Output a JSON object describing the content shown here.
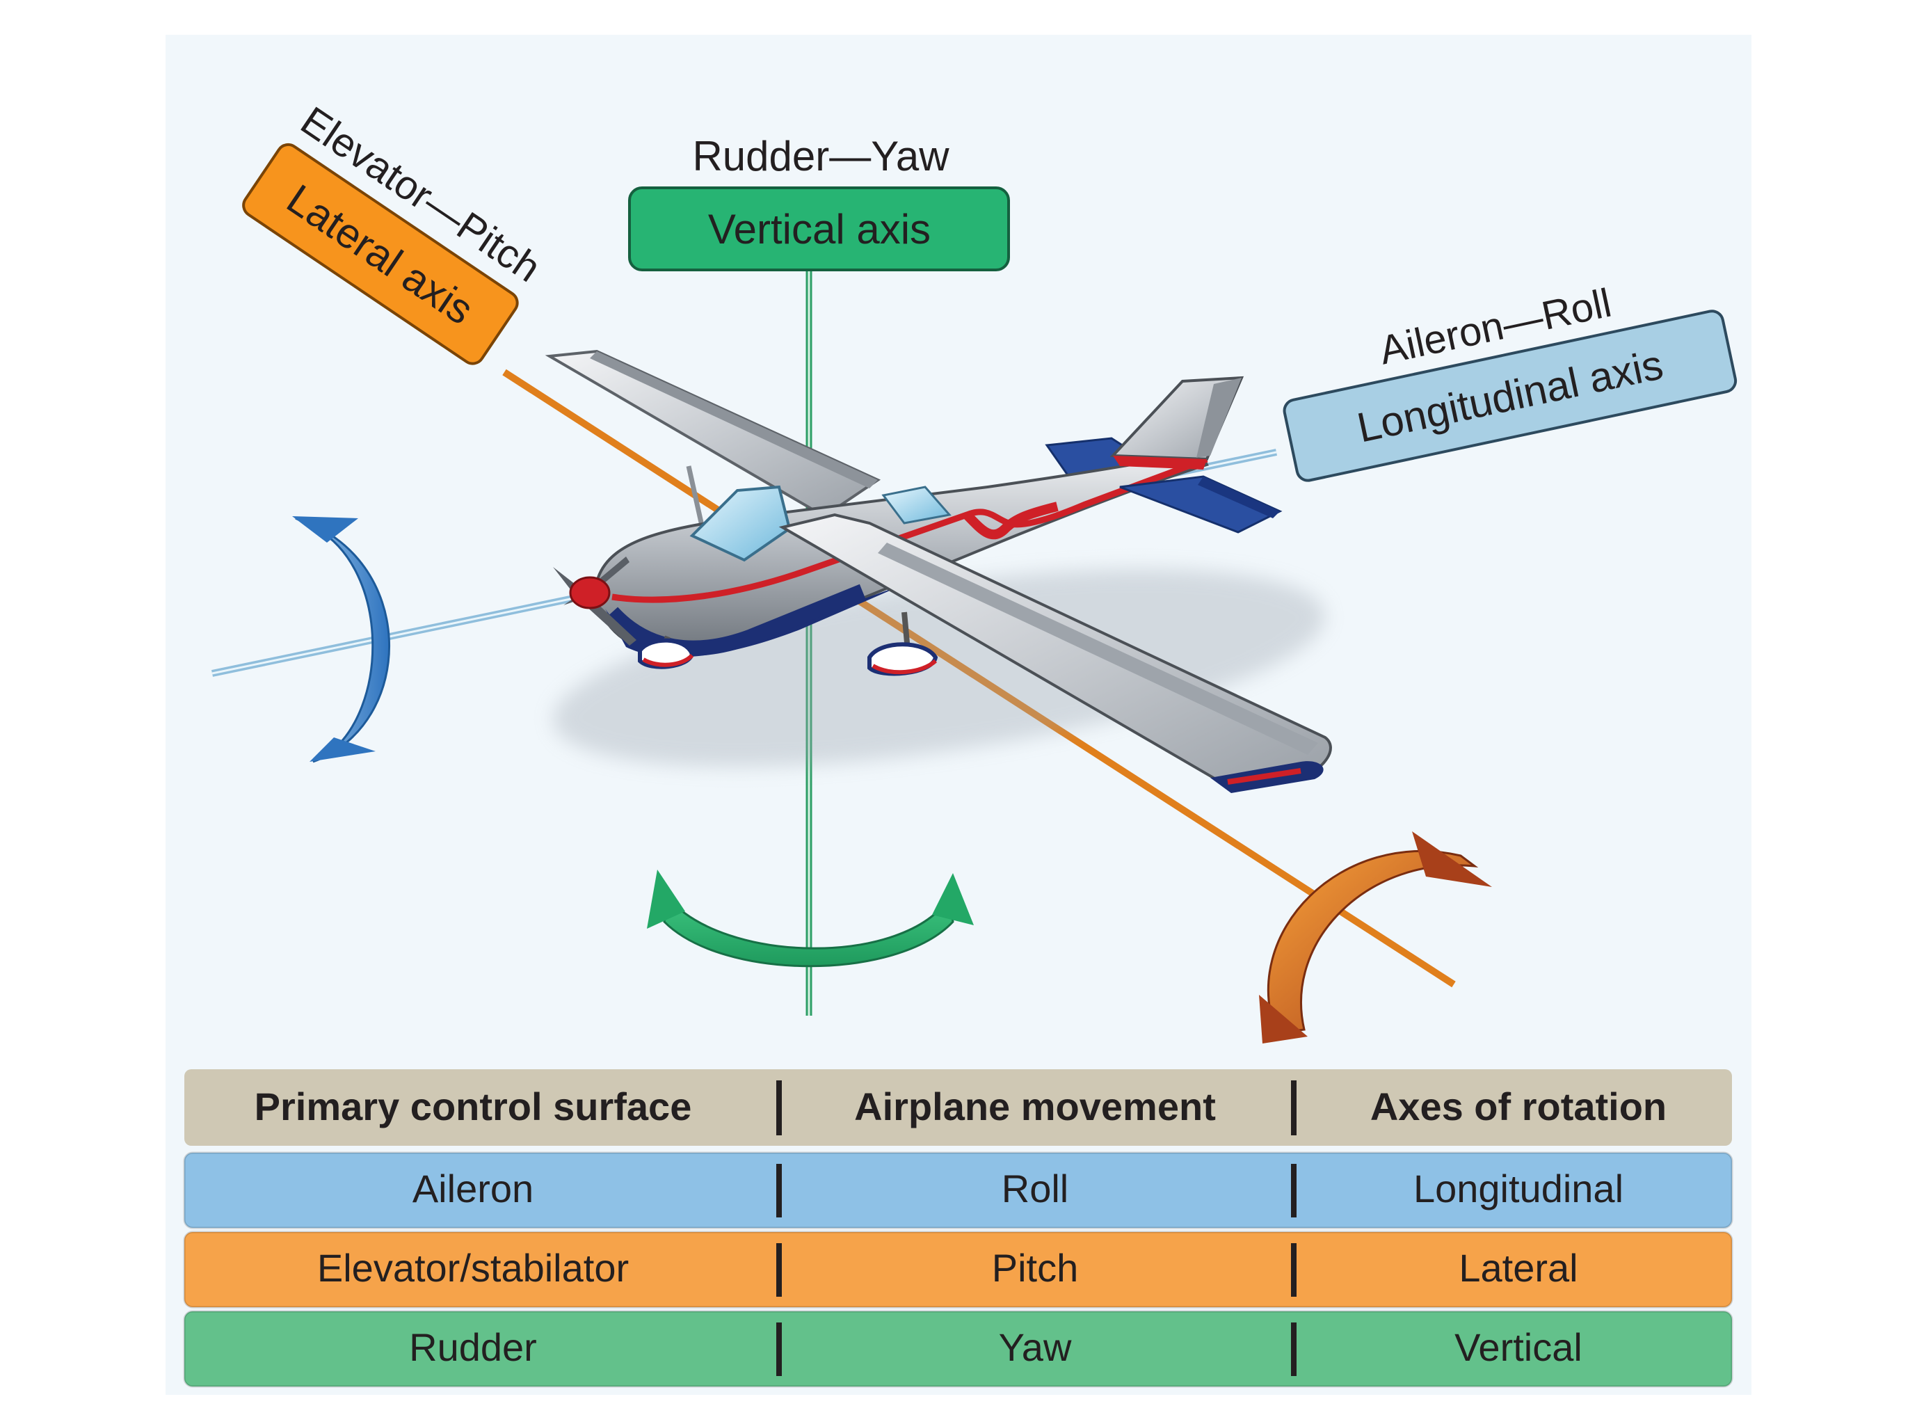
{
  "axes": {
    "vertical": {
      "caption": "Rudder—Yaw",
      "box_label": "Vertical axis",
      "color": "#27b473"
    },
    "lateral": {
      "caption": "Elevator—Pitch",
      "box_label": "Lateral axis",
      "color": "#f7941d"
    },
    "longitudinal": {
      "caption": "Aileron—Roll",
      "box_label": "Longitudinal axis",
      "color": "#a8cfe4"
    }
  },
  "arrow_colors": {
    "yaw": "#27b473",
    "pitch": "#d7641e",
    "roll": "#4f90cf"
  },
  "airplane": {
    "fuselage_color": "#c9cdd2",
    "stripe_red": "#d22027",
    "stripe_blue": "#1e3a8a"
  },
  "table": {
    "headers": [
      "Primary control surface",
      "Airplane movement",
      "Axes of rotation"
    ],
    "header_color": "#cfc8b4",
    "rows": [
      {
        "cells": [
          "Aileron",
          "Roll",
          "Longitudinal"
        ],
        "color": "#8ec1e6"
      },
      {
        "cells": [
          "Elevator/stabilator",
          "Pitch",
          "Lateral"
        ],
        "color": "#f6a34a"
      },
      {
        "cells": [
          "Rudder",
          "Yaw",
          "Vertical"
        ],
        "color": "#63c18b"
      }
    ]
  }
}
